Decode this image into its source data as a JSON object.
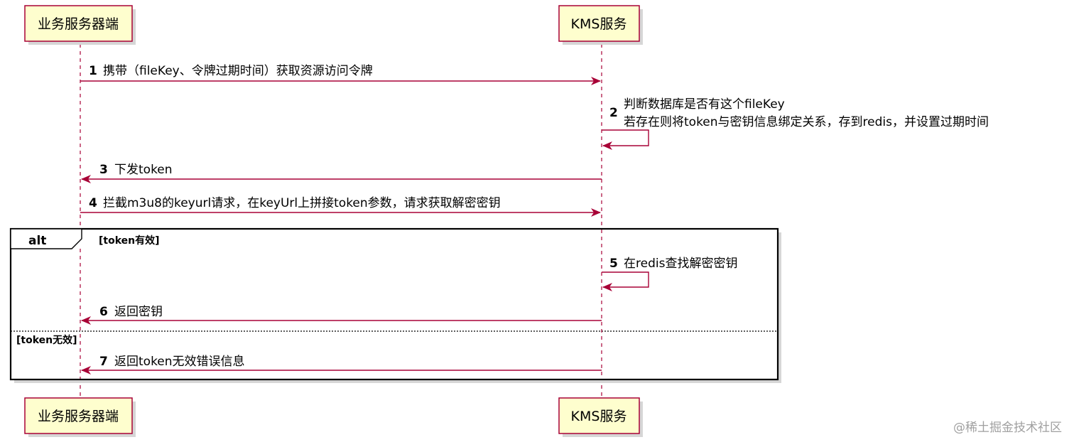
{
  "participants": {
    "left": "业务服务器端",
    "right": "KMS服务"
  },
  "messages": [
    {
      "num": "1",
      "lines": [
        "携带（fileKey、令牌过期时间）获取资源访问令牌"
      ],
      "direction": "left-to-right"
    },
    {
      "num": "2",
      "lines": [
        "判断数据库是否有这个fileKey",
        "若存在则将token与密钥信息绑定关系，存到redis，并设置过期时间"
      ],
      "direction": "self"
    },
    {
      "num": "3",
      "lines": [
        "下发token"
      ],
      "direction": "right-to-left"
    },
    {
      "num": "4",
      "lines": [
        "拦截m3u8的keyurl请求，在keyUrl上拼接token参数，请求获取解密密钥"
      ],
      "direction": "left-to-right"
    },
    {
      "num": "5",
      "lines": [
        "在redis查找解密密钥"
      ],
      "direction": "self"
    },
    {
      "num": "6",
      "lines": [
        "返回密钥"
      ],
      "direction": "right-to-left"
    },
    {
      "num": "7",
      "lines": [
        "返回token无效错误信息"
      ],
      "direction": "right-to-left"
    }
  ],
  "alt": {
    "label": "alt",
    "condition1": "[token有效]",
    "condition2": "[token无效]"
  },
  "watermark": "@稀土掘金技术社区",
  "colors": {
    "participant_fill": "#FEFECE",
    "line": "#A80036"
  }
}
